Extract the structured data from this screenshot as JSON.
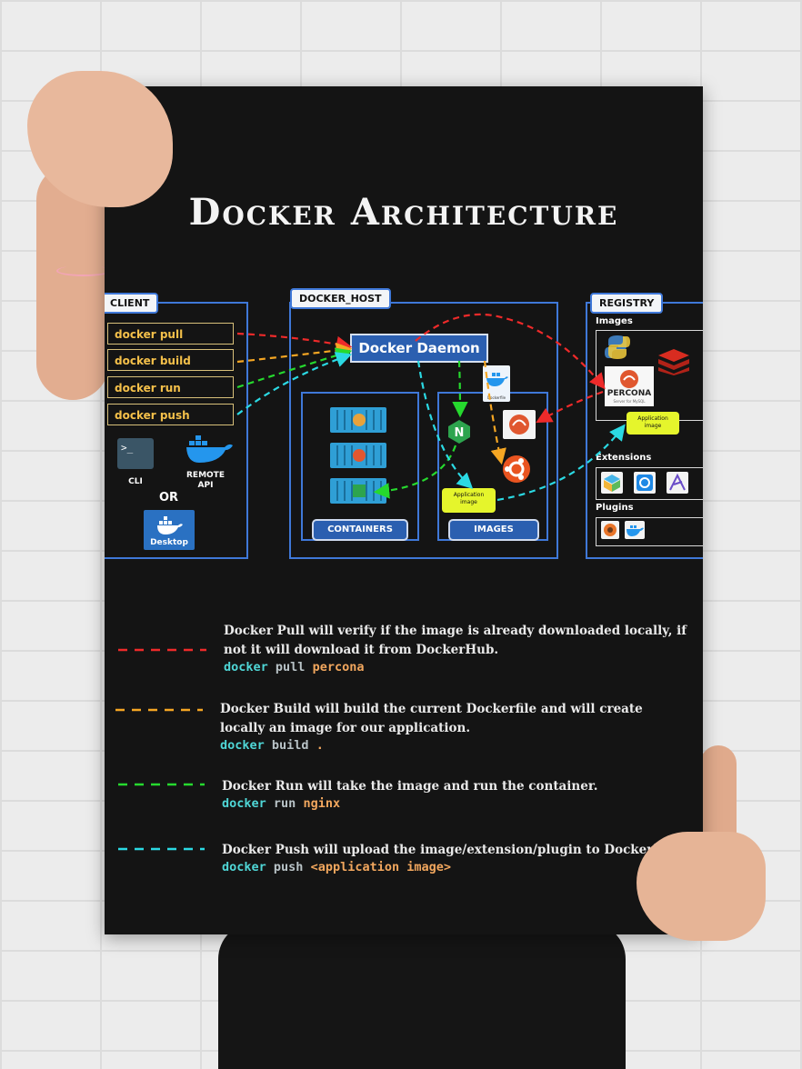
{
  "title": "Docker Architecture",
  "colors": {
    "pull": "#ee2a2a",
    "build": "#f5a623",
    "run": "#26d92e",
    "push": "#2bd9e3",
    "panel": "#3f78d8"
  },
  "client": {
    "label": "CLIENT",
    "commands": [
      "docker pull",
      "docker build",
      "docker run",
      "docker push"
    ],
    "cli_label": "CLI",
    "cli_glyph": ">_",
    "remote_label": "REMOTE\nAPI",
    "or_label": "OR",
    "desktop_label": "Desktop"
  },
  "docker_host": {
    "label": "DOCKER_HOST",
    "daemon_label": "Docker Daemon",
    "containers_label": "CONTAINERS",
    "images_label": "IMAGES",
    "dockerfile_label": "Dockerfile",
    "nginx_glyph": "N",
    "app_image_label": "Application\nimage"
  },
  "registry": {
    "label": "REGISTRY",
    "images_label": "Images",
    "percona_label": "PERCONA",
    "percona_sub": "Server for MySQL",
    "app_image_label": "Application\nimage",
    "extensions_label": "Extensions",
    "plugins_label": "Plugins"
  },
  "legend": [
    {
      "key": "pull",
      "desc": "Docker Pull will verify if the image is already downloaded locally, if not it will download it from DockerHub.",
      "cmd": [
        "docker",
        "pull",
        "percona"
      ]
    },
    {
      "key": "build",
      "desc": "Docker Build will build the current Dockerfile and will create locally an image for our application.",
      "cmd": [
        "docker",
        "build",
        "."
      ]
    },
    {
      "key": "run",
      "desc": "Docker Run will take the image and run the container.",
      "cmd": [
        "docker",
        "run",
        "nginx"
      ]
    },
    {
      "key": "push",
      "desc": "Docker Push will upload the image/extension/plugin to DockerHub",
      "cmd": [
        "docker",
        "push",
        "<application image>"
      ]
    }
  ]
}
